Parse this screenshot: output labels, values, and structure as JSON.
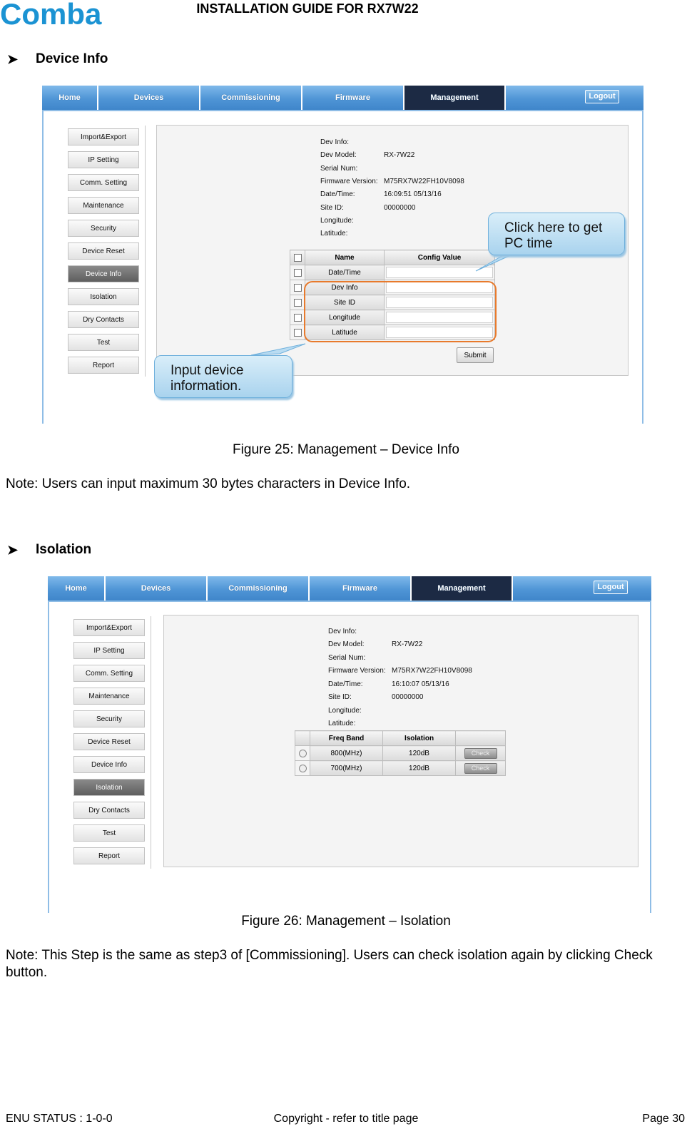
{
  "header": {
    "logo_text": "Comba",
    "title": "INSTALLATION GUIDE FOR RX7W22"
  },
  "colors": {
    "logo_blue": "#1b93d3",
    "nav_blue": "#4f95d6",
    "nav_active": "#1c2a44",
    "highlight_orange": "#e87a2c"
  },
  "section1": {
    "heading": "Device Info",
    "nav": {
      "tabs": [
        "Home",
        "Devices",
        "Commissioning",
        "Firmware",
        "Management"
      ],
      "active": "Management",
      "logout": "Logout"
    },
    "sidebar": [
      "Import&Export",
      "IP Setting",
      "Comm. Setting",
      "Maintenance",
      "Security",
      "Device Reset",
      "Device Info",
      "Isolation",
      "Dry Contacts",
      "Test",
      "Report"
    ],
    "sidebar_active": "Device Info",
    "info": [
      {
        "label": "Dev Info:",
        "value": ""
      },
      {
        "label": "Dev Model:",
        "value": "RX-7W22"
      },
      {
        "label": "Serial Num:",
        "value": ""
      },
      {
        "label": "Firmware Version:",
        "value": "M75RX7W22FH10V8098"
      },
      {
        "label": "Date/Time:",
        "value": "16:09:51 05/13/16"
      },
      {
        "label": "Site ID:",
        "value": "00000000"
      },
      {
        "label": "Longitude:",
        "value": ""
      },
      {
        "label": "Latitude:",
        "value": ""
      }
    ],
    "table_headers": [
      "Name",
      "Config Value"
    ],
    "table_rows": [
      "Date/Time",
      "Dev Info",
      "Site ID",
      "Longitude",
      "Latitude"
    ],
    "submit": "Submit",
    "callout_pc_time": "Click here to get PC time",
    "callout_input": "Input device information.",
    "caption": "Figure 25: Management – Device Info",
    "note": "Note: Users can input maximum 30 bytes characters in Device Info."
  },
  "section2": {
    "heading": "Isolation",
    "nav": {
      "tabs": [
        "Home",
        "Devices",
        "Commissioning",
        "Firmware",
        "Management"
      ],
      "active": "Management",
      "logout": "Logout"
    },
    "sidebar": [
      "Import&Export",
      "IP Setting",
      "Comm. Setting",
      "Maintenance",
      "Security",
      "Device Reset",
      "Device Info",
      "Isolation",
      "Dry Contacts",
      "Test",
      "Report"
    ],
    "sidebar_active": "Isolation",
    "info": [
      {
        "label": "Dev Info:",
        "value": ""
      },
      {
        "label": "Dev Model:",
        "value": "RX-7W22"
      },
      {
        "label": "Serial Num:",
        "value": ""
      },
      {
        "label": "Firmware Version:",
        "value": "M75RX7W22FH10V8098"
      },
      {
        "label": "Date/Time:",
        "value": "16:10:07 05/13/16"
      },
      {
        "label": "Site ID:",
        "value": "00000000"
      },
      {
        "label": "Longitude:",
        "value": ""
      },
      {
        "label": "Latitude:",
        "value": ""
      }
    ],
    "table_headers": [
      "Freq Band",
      "Isolation",
      ""
    ],
    "table_rows": [
      {
        "band": "800(MHz)",
        "isolation": "120dB",
        "action": "Check"
      },
      {
        "band": "700(MHz)",
        "isolation": "120dB",
        "action": "Check"
      }
    ],
    "caption": "Figure 26: Management – Isolation",
    "note": "Note: This Step is the same as step3 of [Commissioning]. Users can check isolation again by clicking Check button."
  },
  "footer": {
    "status": "ENU STATUS : 1-0-0",
    "copyright": "Copyright - refer to title page",
    "page": "Page 30"
  }
}
